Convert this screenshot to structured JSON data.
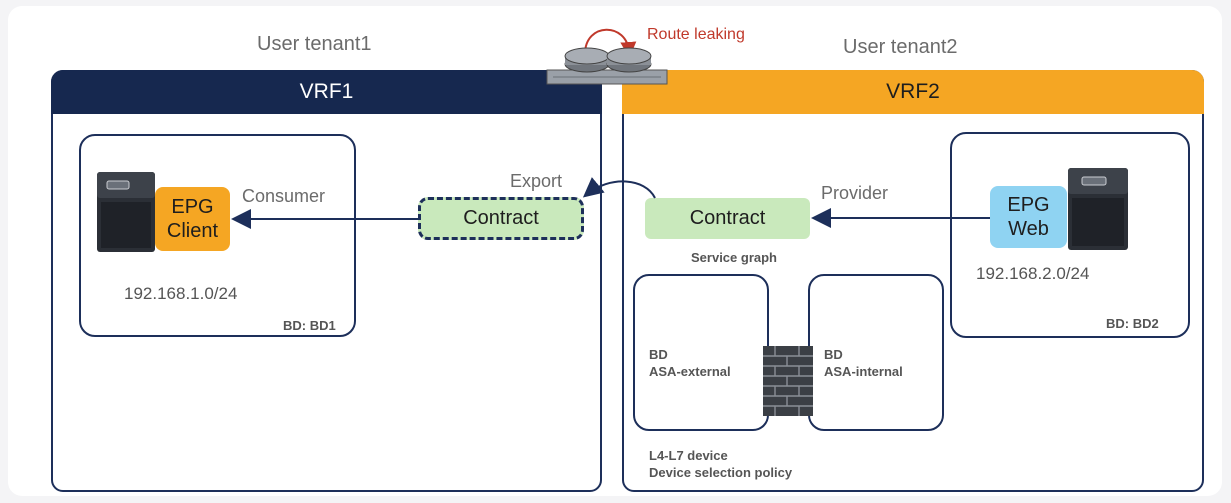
{
  "tenant1": {
    "label": "User tenant1",
    "vrf": "VRF1",
    "epg": {
      "line1": "EPG",
      "line2": "Client",
      "color": "#f5a623"
    },
    "role": "Consumer",
    "subnet": "192.168.1.0/24",
    "bd": "BD: BD1",
    "contract": "Contract",
    "contract_action": "Export"
  },
  "tenant2": {
    "label": "User tenant2",
    "vrf": "VRF2",
    "epg": {
      "line1": "EPG",
      "line2": "Web",
      "color": "#8fd3f2"
    },
    "role": "Provider",
    "subnet": "192.168.2.0/24",
    "bd": "BD: BD2",
    "contract": "Contract",
    "service_graph": "Service graph",
    "bd_external": {
      "line1": "BD",
      "line2": "ASA-external"
    },
    "bd_internal": {
      "line1": "BD",
      "line2": "ASA-internal"
    },
    "device": {
      "line1": "L4-L7 device",
      "line2": "Device selection policy"
    }
  },
  "route_leaking": "Route leaking",
  "colors": {
    "navy": "#1d2f5a",
    "orange": "#f5a623",
    "contract_green": "#c9e9bc",
    "leak_arrow": "#c0392b"
  },
  "icons": [
    "server-icon",
    "router-icon",
    "firewall-icon",
    "arrow-icon"
  ]
}
